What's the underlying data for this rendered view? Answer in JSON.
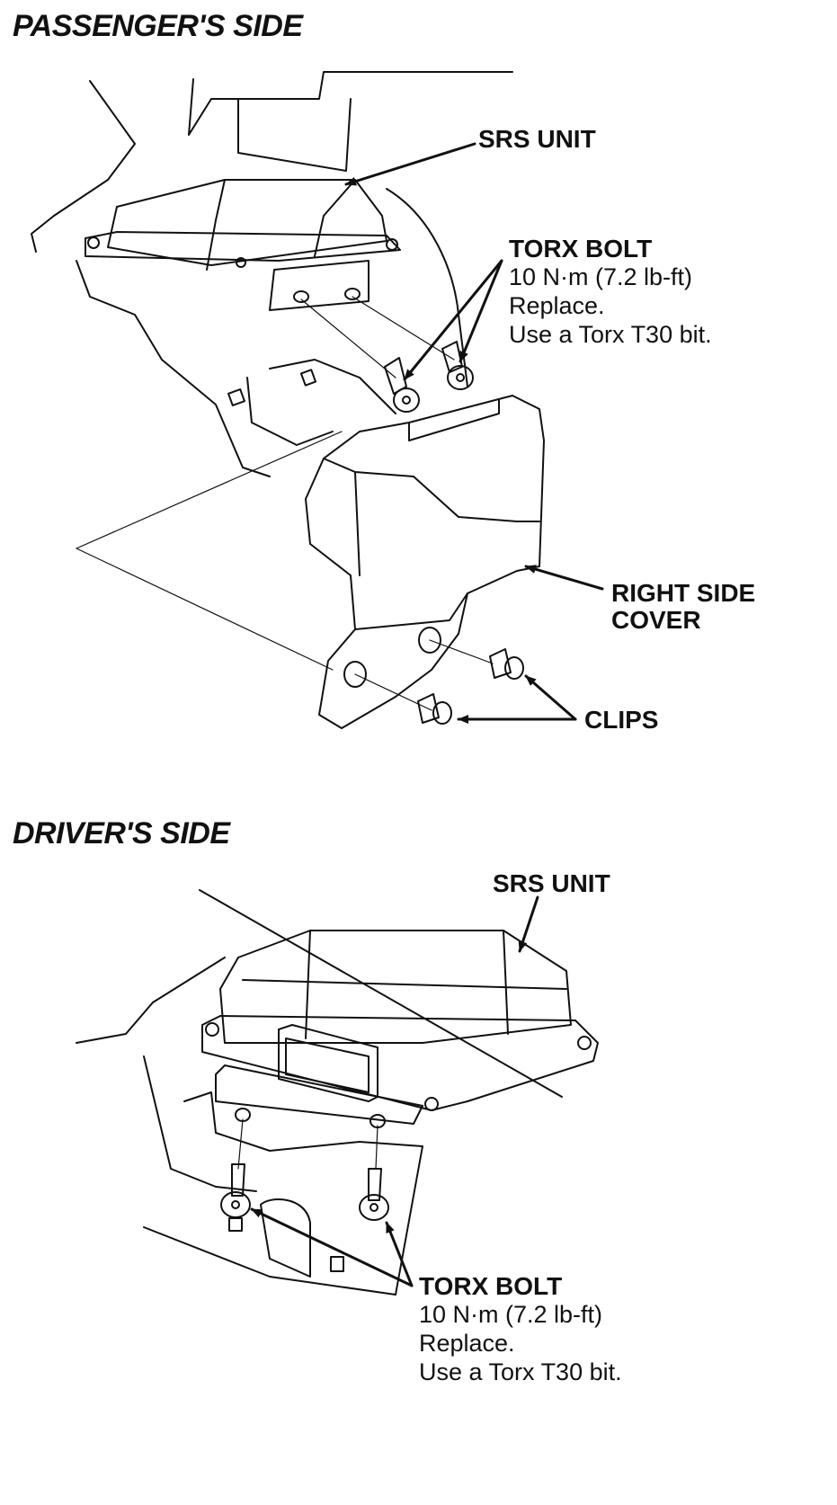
{
  "passenger": {
    "heading": "PASSENGER'S SIDE",
    "srs_unit": "SRS UNIT",
    "torx_bolt": {
      "title": "TORX BOLT",
      "torque": "10 N·m (7.2 lb-ft)",
      "note1": "Replace.",
      "note2": "Use a Torx T30 bit."
    },
    "right_side_cover": [
      "RIGHT SIDE",
      "COVER"
    ],
    "clips": "CLIPS"
  },
  "driver": {
    "heading": "DRIVER'S SIDE",
    "srs_unit": "SRS UNIT",
    "torx_bolt": {
      "title": "TORX BOLT",
      "torque": "10 N·m (7.2 lb-ft)",
      "note1": "Replace.",
      "note2": "Use a Torx T30 bit."
    }
  }
}
